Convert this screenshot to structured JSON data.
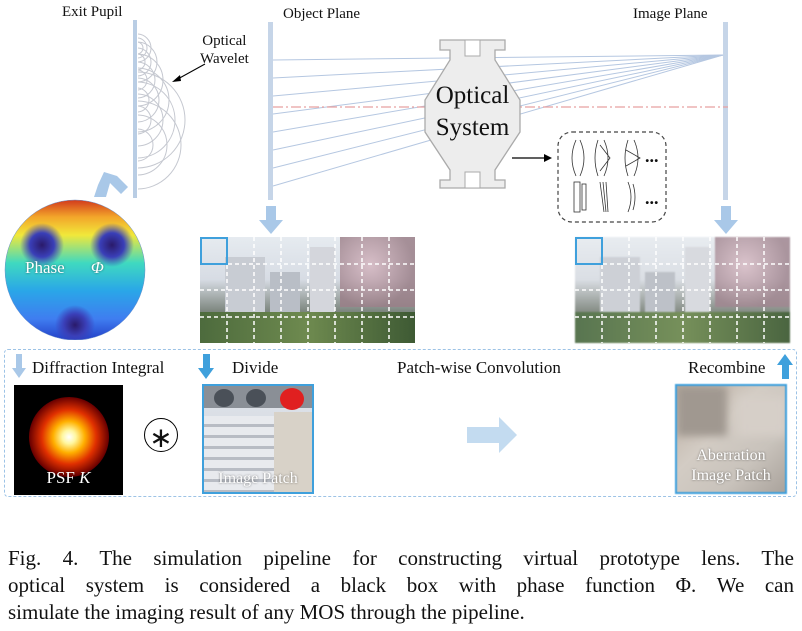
{
  "labels": {
    "exit_pupil": "Exit Pupil",
    "optical_wavelet_line1": "Optical",
    "optical_wavelet_line2": "Wavelet",
    "object_plane": "Object Plane",
    "image_plane": "Image Plane",
    "optical_system_line1": "Optical",
    "optical_system_line2": "System",
    "ellipsis": "...",
    "phase": "Phase",
    "phase_symbol": "Φ",
    "diffraction_integral": "Diffraction Integral",
    "divide": "Divide",
    "patch_wise_convolution": "Patch-wise Convolution",
    "recombine": "Recombine",
    "psf": "PSF",
    "psf_symbol": "K",
    "convolution_symbol": "∗",
    "image_patch": "Image Patch",
    "aberration_line1": "Aberration",
    "aberration_line2": "Image Patch"
  },
  "caption": {
    "line1": "Fig. 4.  The simulation pipeline for constructing virtual prototype lens. The",
    "line2": "optical system is considered a black box with phase function Φ. We can",
    "line3": "simulate the imaging result of any MOS through the pipeline."
  },
  "colors": {
    "plane_blue": "#b9cde4",
    "arrow_blue": "#a9c8e8",
    "accent_blue": "#3fa0dc",
    "dashed_border": "#9dc3e6",
    "ray_color": "#b5c7e1",
    "axis_red": "#e8a0a0",
    "hexagon_fill": "#ededed"
  }
}
